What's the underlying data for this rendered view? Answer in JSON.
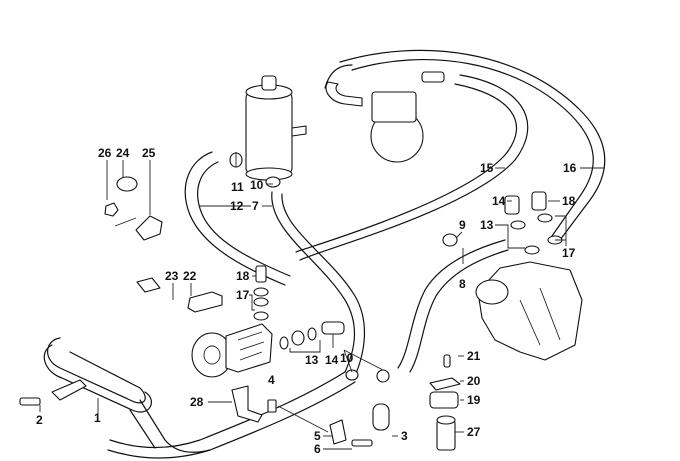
{
  "diagram": {
    "title": "Power steering hydraulic system exploded view",
    "callouts": [
      {
        "id": "1",
        "part": "oil-cooler-pipe"
      },
      {
        "id": "2",
        "part": "bolt"
      },
      {
        "id": "3",
        "part": "rubber-mount"
      },
      {
        "id": "4",
        "part": "power-steering-pump"
      },
      {
        "id": "5",
        "part": "clip"
      },
      {
        "id": "6",
        "part": "bolt"
      },
      {
        "id": "7",
        "part": "suction-hose"
      },
      {
        "id": "8",
        "part": "pressure-hose"
      },
      {
        "id": "9",
        "part": "hose-clamp"
      },
      {
        "id": "10",
        "part": "hose-clamp"
      },
      {
        "id": "10",
        "part": "hose-clamp"
      },
      {
        "id": "11",
        "part": "hose-clamp"
      },
      {
        "id": "12",
        "part": "return-hose"
      },
      {
        "id": "13",
        "part": "seal-ring"
      },
      {
        "id": "13",
        "part": "seal-ring"
      },
      {
        "id": "14",
        "part": "banjo-bolt"
      },
      {
        "id": "14",
        "part": "banjo-bolt"
      },
      {
        "id": "15",
        "part": "pressure-line"
      },
      {
        "id": "16",
        "part": "return-line"
      },
      {
        "id": "17",
        "part": "seal-ring"
      },
      {
        "id": "17",
        "part": "seal-ring"
      },
      {
        "id": "18",
        "part": "banjo-bolt"
      },
      {
        "id": "18",
        "part": "banjo-bolt"
      },
      {
        "id": "19",
        "part": "holder"
      },
      {
        "id": "20",
        "part": "clip"
      },
      {
        "id": "21",
        "part": "screw"
      },
      {
        "id": "22",
        "part": "bracket"
      },
      {
        "id": "23",
        "part": "clip"
      },
      {
        "id": "24",
        "part": "hose-clamp"
      },
      {
        "id": "25",
        "part": "pipe-clamp"
      },
      {
        "id": "26",
        "part": "nut"
      },
      {
        "id": "27",
        "part": "bushing"
      },
      {
        "id": "28",
        "part": "bracket"
      }
    ]
  },
  "colors": {
    "line": "#111111",
    "background": "#ffffff"
  }
}
